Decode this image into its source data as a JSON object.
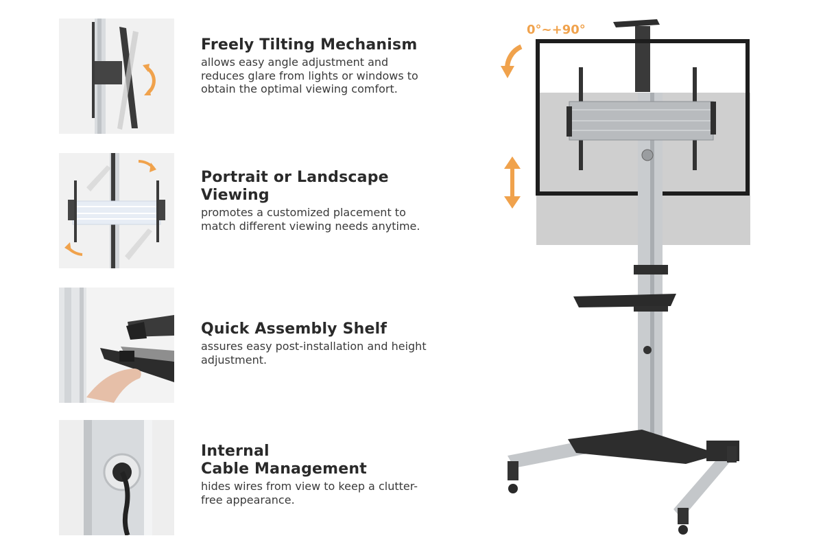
{
  "features": [
    {
      "title_lines": [
        "Freely Tilting Mechanism"
      ],
      "description": "allows easy angle adjustment and reduces glare from lights or windows to obtain the optimal viewing comfort."
    },
    {
      "title_lines": [
        "Portrait or Landscape",
        "Viewing"
      ],
      "description": "promotes a customized placement to match different viewing needs anytime."
    },
    {
      "title_lines": [
        "Quick Assembly Shelf"
      ],
      "description": "assures easy post-installation and height adjustment."
    },
    {
      "title_lines": [
        "Internal",
        "Cable Management"
      ],
      "description": "hides wires from view to keep a clutter-free appearance."
    }
  ],
  "product": {
    "tilt_angle_label": "0°~+90°"
  },
  "icons": [
    "tilt-arrow-icon",
    "rotate-arrow-icon",
    "height-arrow-icon"
  ],
  "colors": {
    "accent_arrow": "#f0a24c",
    "text": "#2b2b2b",
    "thumb_background": "#f1f1f1"
  }
}
